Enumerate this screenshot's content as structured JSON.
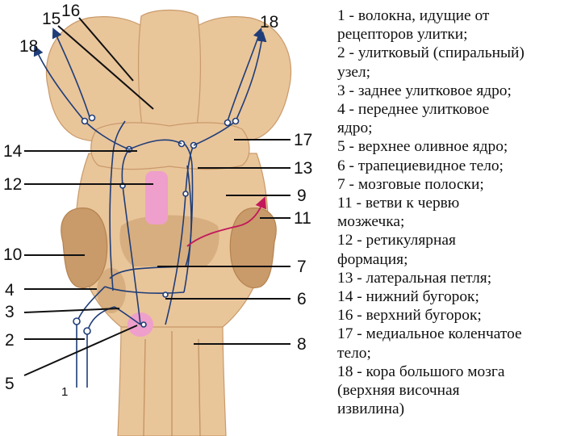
{
  "colors": {
    "tissue": "#e9c59a",
    "tissue_shadow": "#c99a6a",
    "tissue_dark": "#b5834f",
    "pathway": "#1f3d78",
    "nucleus_pink": "#ef9fcb",
    "cerebellar_branch": "#c2185b",
    "leader": "#111111"
  },
  "labels": {
    "l1": "1",
    "l2": "2",
    "l3": "3",
    "l4": "4",
    "l5": "5",
    "l6": "6",
    "l7": "7",
    "l8": "8",
    "l9": "9",
    "l10": "10",
    "l11": "11",
    "l12": "12",
    "l13": "13",
    "l14": "14",
    "l15": "15",
    "l16": "16",
    "l17": "17",
    "l18_left": "18",
    "l18_right": "18"
  },
  "legend": [
    "1 - волокна, идущие от",
    "рецепторов улитки;",
    "2 - улитковый (спиральный)",
    "узел;",
    "3 - заднее улитковое ядро;",
    "4 - переднее улитковое",
    "ядро;",
    "5 - верхнее оливное ядро;",
    "6 - трапециевидное тело;",
    "7 - мозговые полоски;",
    "11 - ветви к червю",
    "мозжечка;",
    "12 - ретикулярная",
    "формация;",
    "13 - латеральная петля;",
    "14 - нижний бугорок;",
    "16 - верхний бугорок;",
    "17 - медиальное коленчатое",
    "тело;",
    "18 - кора большого мозга",
    "(верхняя височная",
    "извилина)"
  ]
}
